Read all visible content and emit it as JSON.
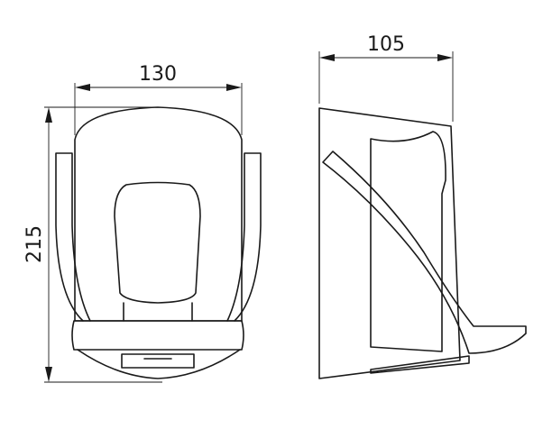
{
  "dimensions": {
    "front_width": "130",
    "front_height": "215",
    "side_depth": "105"
  }
}
